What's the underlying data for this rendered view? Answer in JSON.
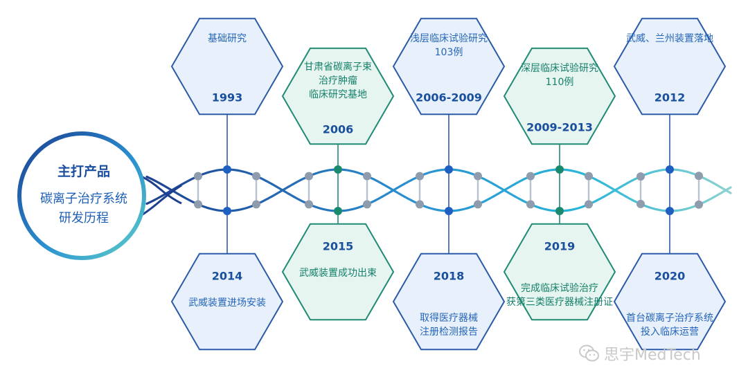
{
  "center": {
    "title": "主打产品",
    "subtitle_lines": [
      "碳离子治疗系统",
      "研发历程"
    ]
  },
  "milestones_top": [
    {
      "lines": [
        "基础研究"
      ],
      "year": "1993",
      "style": "blue"
    },
    {
      "lines": [
        "甘肃省碳离子束",
        "治疗肿瘤",
        "临床研究基地"
      ],
      "year": "2006",
      "style": "green"
    },
    {
      "lines": [
        "浅层临床试验研究",
        "103例"
      ],
      "year": "2006-2009",
      "style": "blue"
    },
    {
      "lines": [
        "深层临床试验研究",
        "110例"
      ],
      "year": "2009-2013",
      "style": "green"
    },
    {
      "lines": [
        "武威、兰州装置落地"
      ],
      "year": "2012",
      "style": "blue"
    }
  ],
  "milestones_bottom": [
    {
      "lines": [
        "武威装置进场安装"
      ],
      "year": "2014",
      "style": "blue"
    },
    {
      "lines": [
        "武威装置成功出束"
      ],
      "year": "2015",
      "style": "green"
    },
    {
      "lines": [
        "取得医疗器械",
        "注册检测报告"
      ],
      "year": "2018",
      "style": "blue"
    },
    {
      "lines": [
        "完成临床试验治疗",
        "获第三类医疗器械注册证"
      ],
      "year": "2019",
      "style": "green"
    },
    {
      "lines": [
        "首台碳离子治疗系统",
        "投入临床运营"
      ],
      "year": "2020",
      "style": "blue"
    }
  ],
  "watermark": "思宇MedTech",
  "colors": {
    "blue_stroke": "#2a5aa8",
    "blue_fill": "#e7f0fb",
    "green_stroke": "#1e8a74",
    "green_fill": "#e6f5ef",
    "title_blue": "#1a4f9e",
    "text_blue": "#2565b8",
    "text_green": "#15806a",
    "node_blue": "#1e5fbf",
    "node_green": "#1a8a6e",
    "node_gray": "#8e9cae",
    "helix_dark": "#1d3f8f",
    "helix_cyan": "#28b6d8",
    "helix_light": "#76cdd4"
  }
}
